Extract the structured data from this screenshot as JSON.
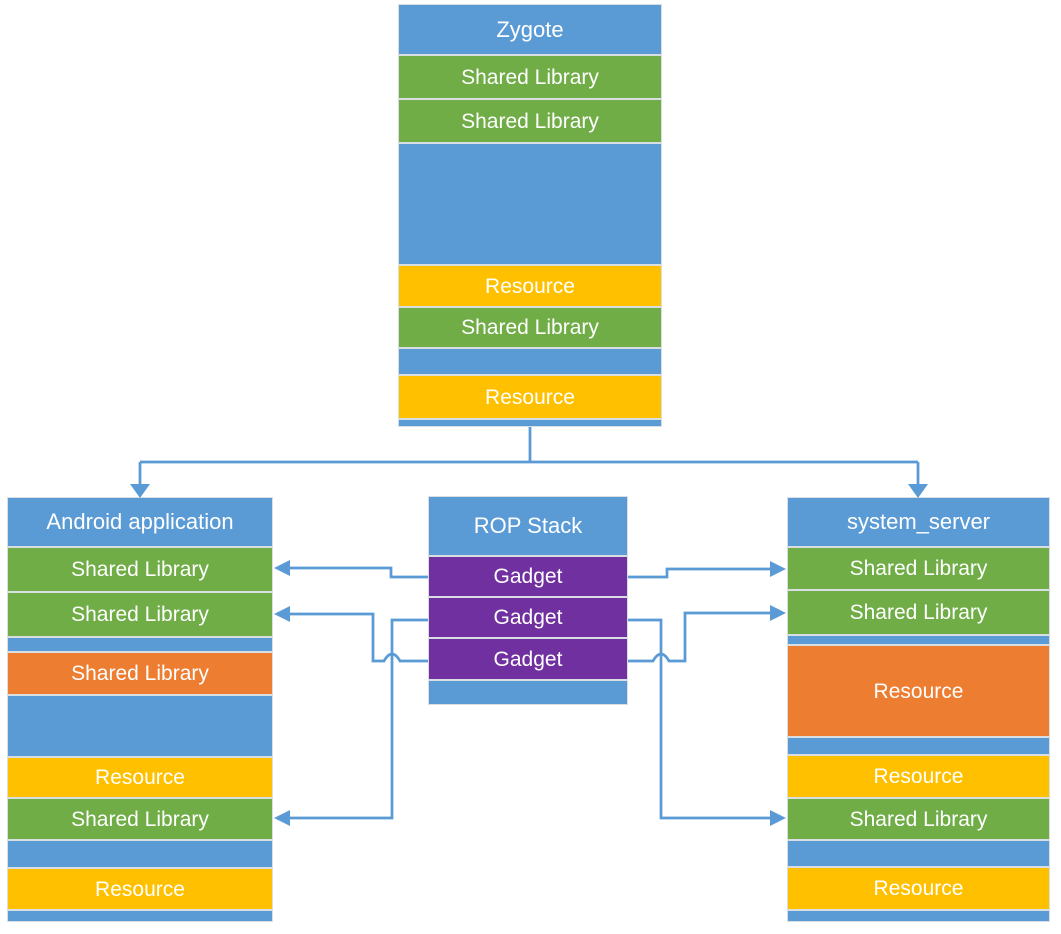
{
  "colors": {
    "process": "#5B9BD5",
    "shared-library": "#70AD47",
    "resource": "#FFC000",
    "resource-alt": "#ED7D31",
    "gadget": "#7030A0",
    "connector": "#5B9BD5",
    "row-border": "#D9DEE3",
    "text": "#FFFFFF"
  },
  "diagram": {
    "zygote": {
      "title": "Zygote",
      "rows": [
        "Shared Library",
        "Shared Library",
        "Resource",
        "Shared Library",
        "Resource"
      ]
    },
    "android": {
      "title": "Android application",
      "rows": [
        "Shared Library",
        "Shared Library",
        "Shared Library",
        "Resource",
        "Shared Library",
        "Resource"
      ]
    },
    "rop": {
      "title": "ROP Stack",
      "rows": [
        "Gadget",
        "Gadget",
        "Gadget"
      ]
    },
    "system": {
      "title": "system_server",
      "rows": [
        "Shared Library",
        "Shared Library",
        "Resource",
        "Resource",
        "Shared Library",
        "Resource"
      ]
    }
  }
}
